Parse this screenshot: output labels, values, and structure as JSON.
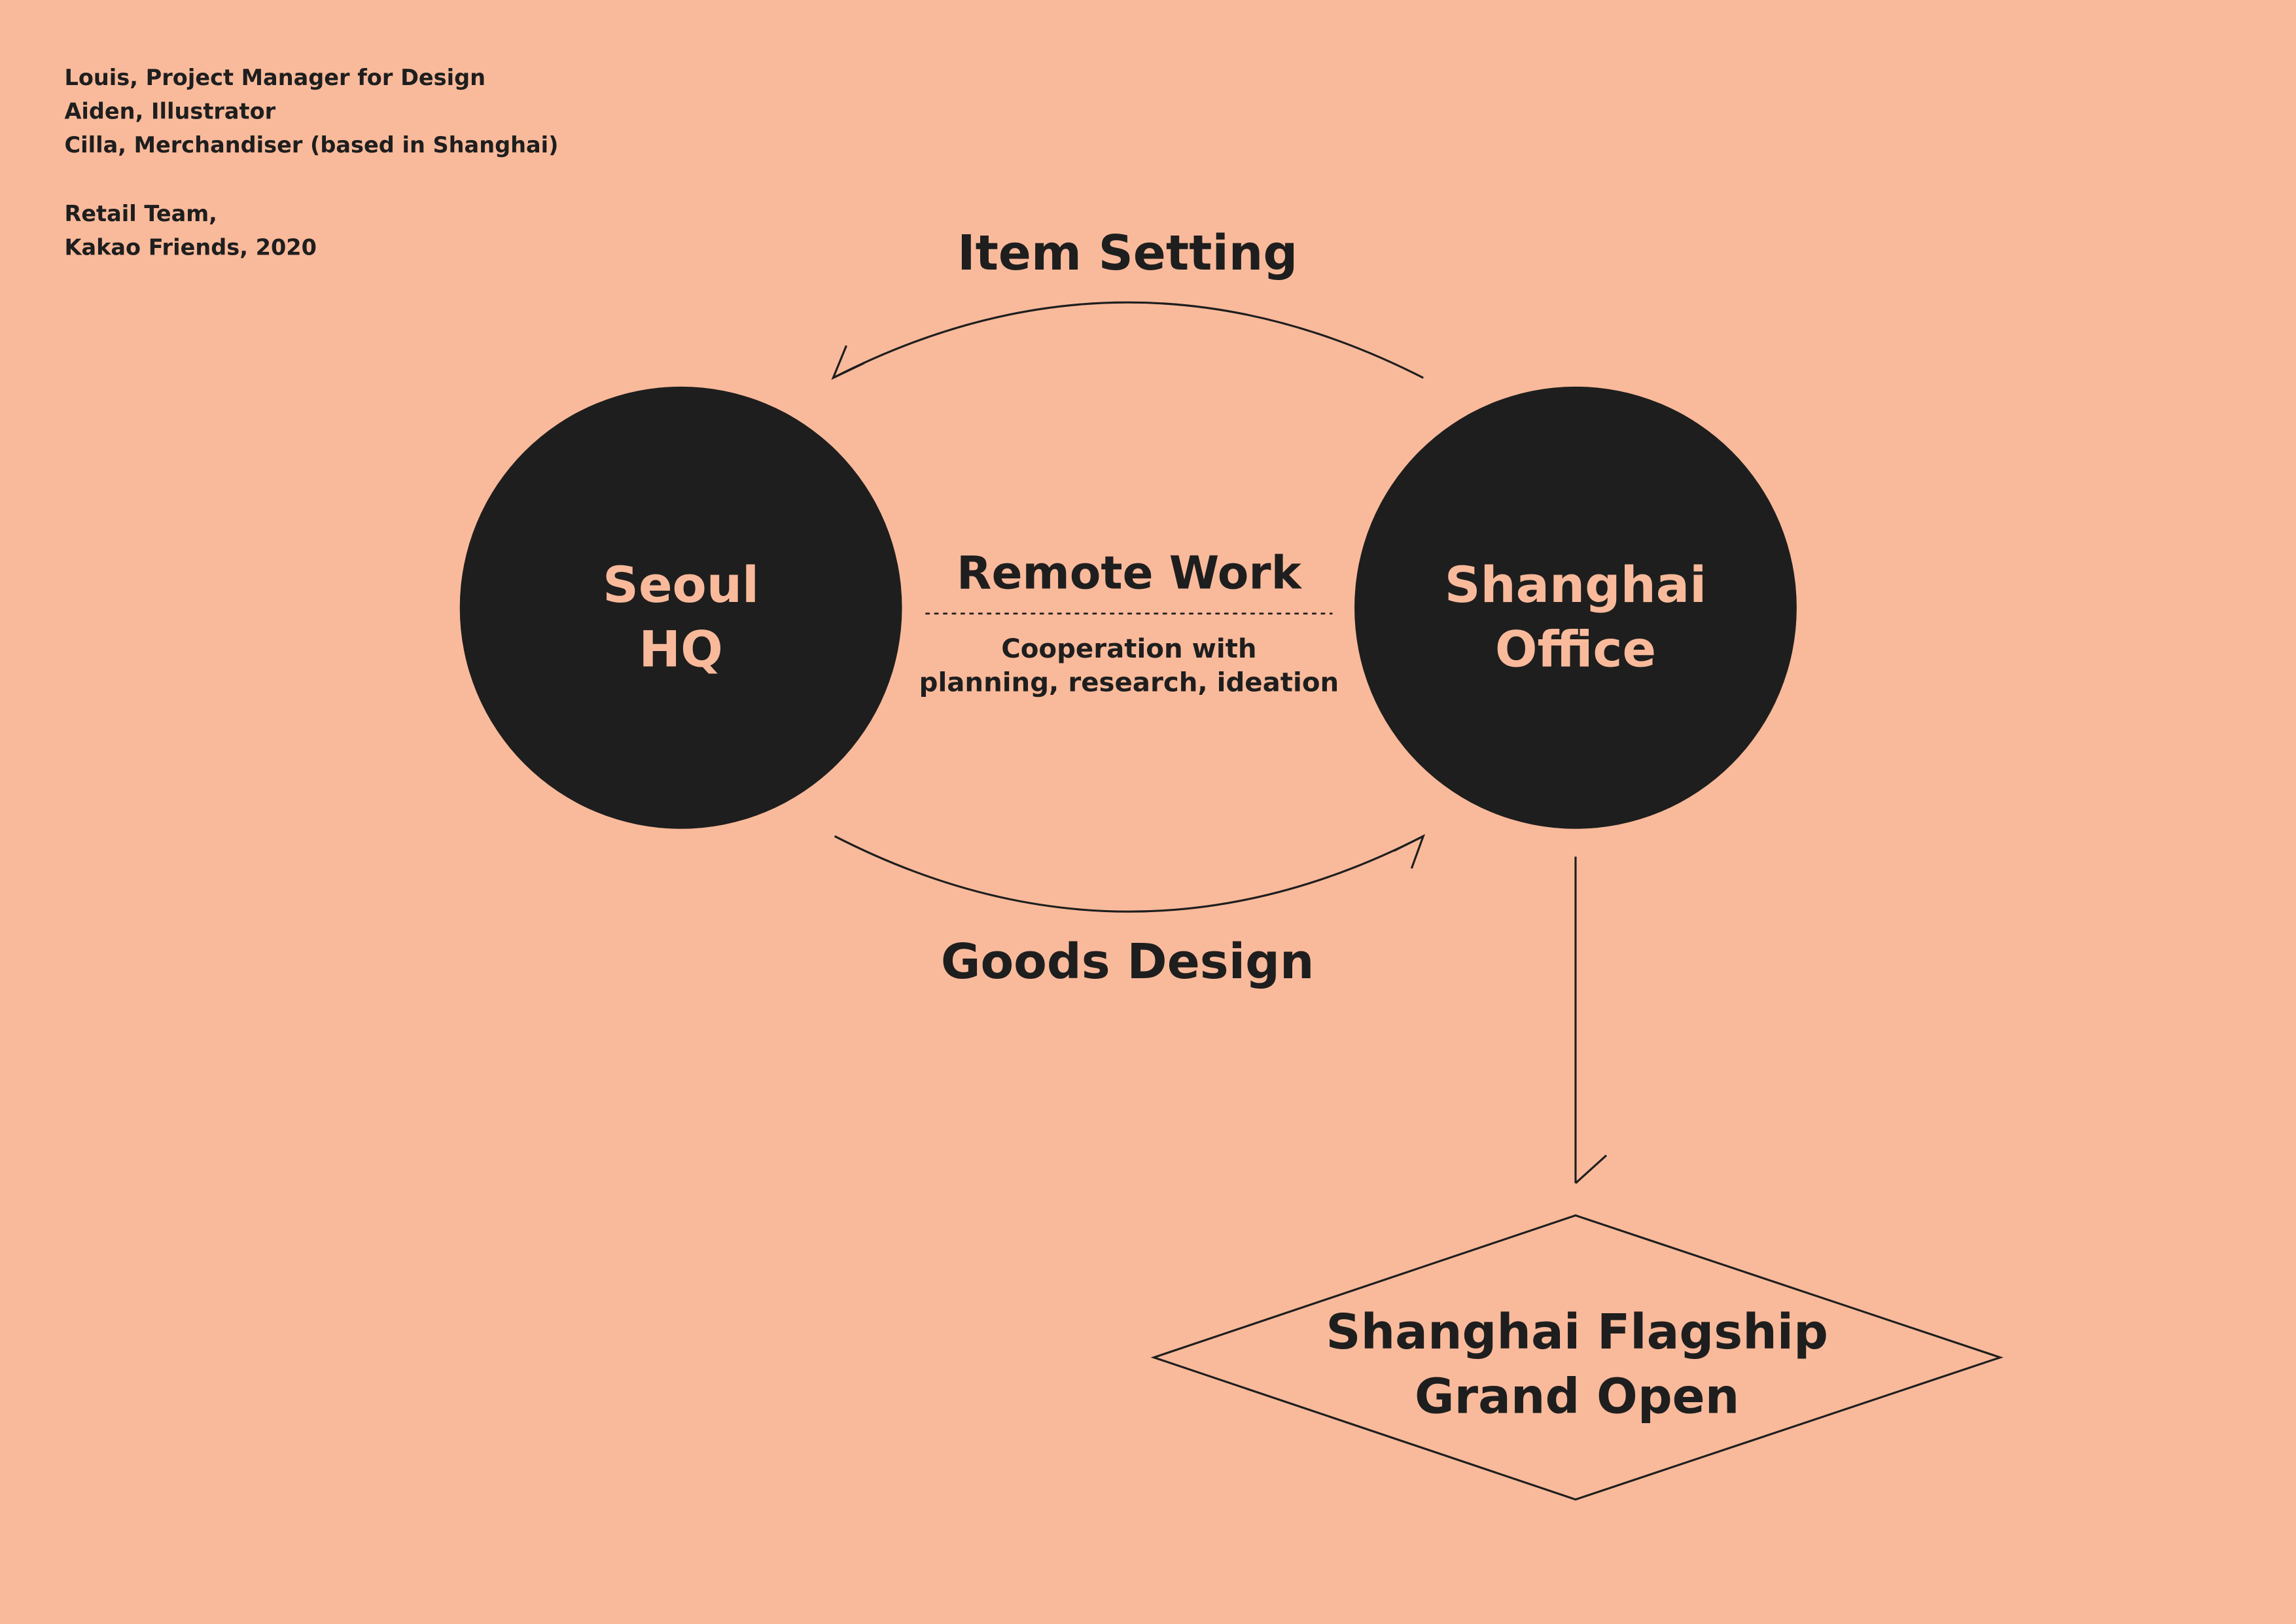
{
  "credits": {
    "lines": [
      "Louis, Project Manager for Design",
      "Aiden, Illustrator",
      "Cilla, Merchandiser (based in Shanghai)",
      "Retail Team,",
      "Kakao Friends, 2020"
    ]
  },
  "nodes": {
    "seoul": {
      "line1": "Seoul",
      "line2": "HQ"
    },
    "shanghai": {
      "line1": "Shanghai",
      "line2": "Office"
    },
    "flagship": {
      "line1": "Shanghai Flagship",
      "line2": "Grand Open"
    }
  },
  "flows": {
    "top": "Item Setting",
    "bottom": "Goods Design",
    "center_title": "Remote Work",
    "center_desc_1": "Cooperation with",
    "center_desc_2": "planning, research, ideation"
  },
  "colors": {
    "background": "#F9BA9B",
    "dark": "#1E1E1E"
  }
}
